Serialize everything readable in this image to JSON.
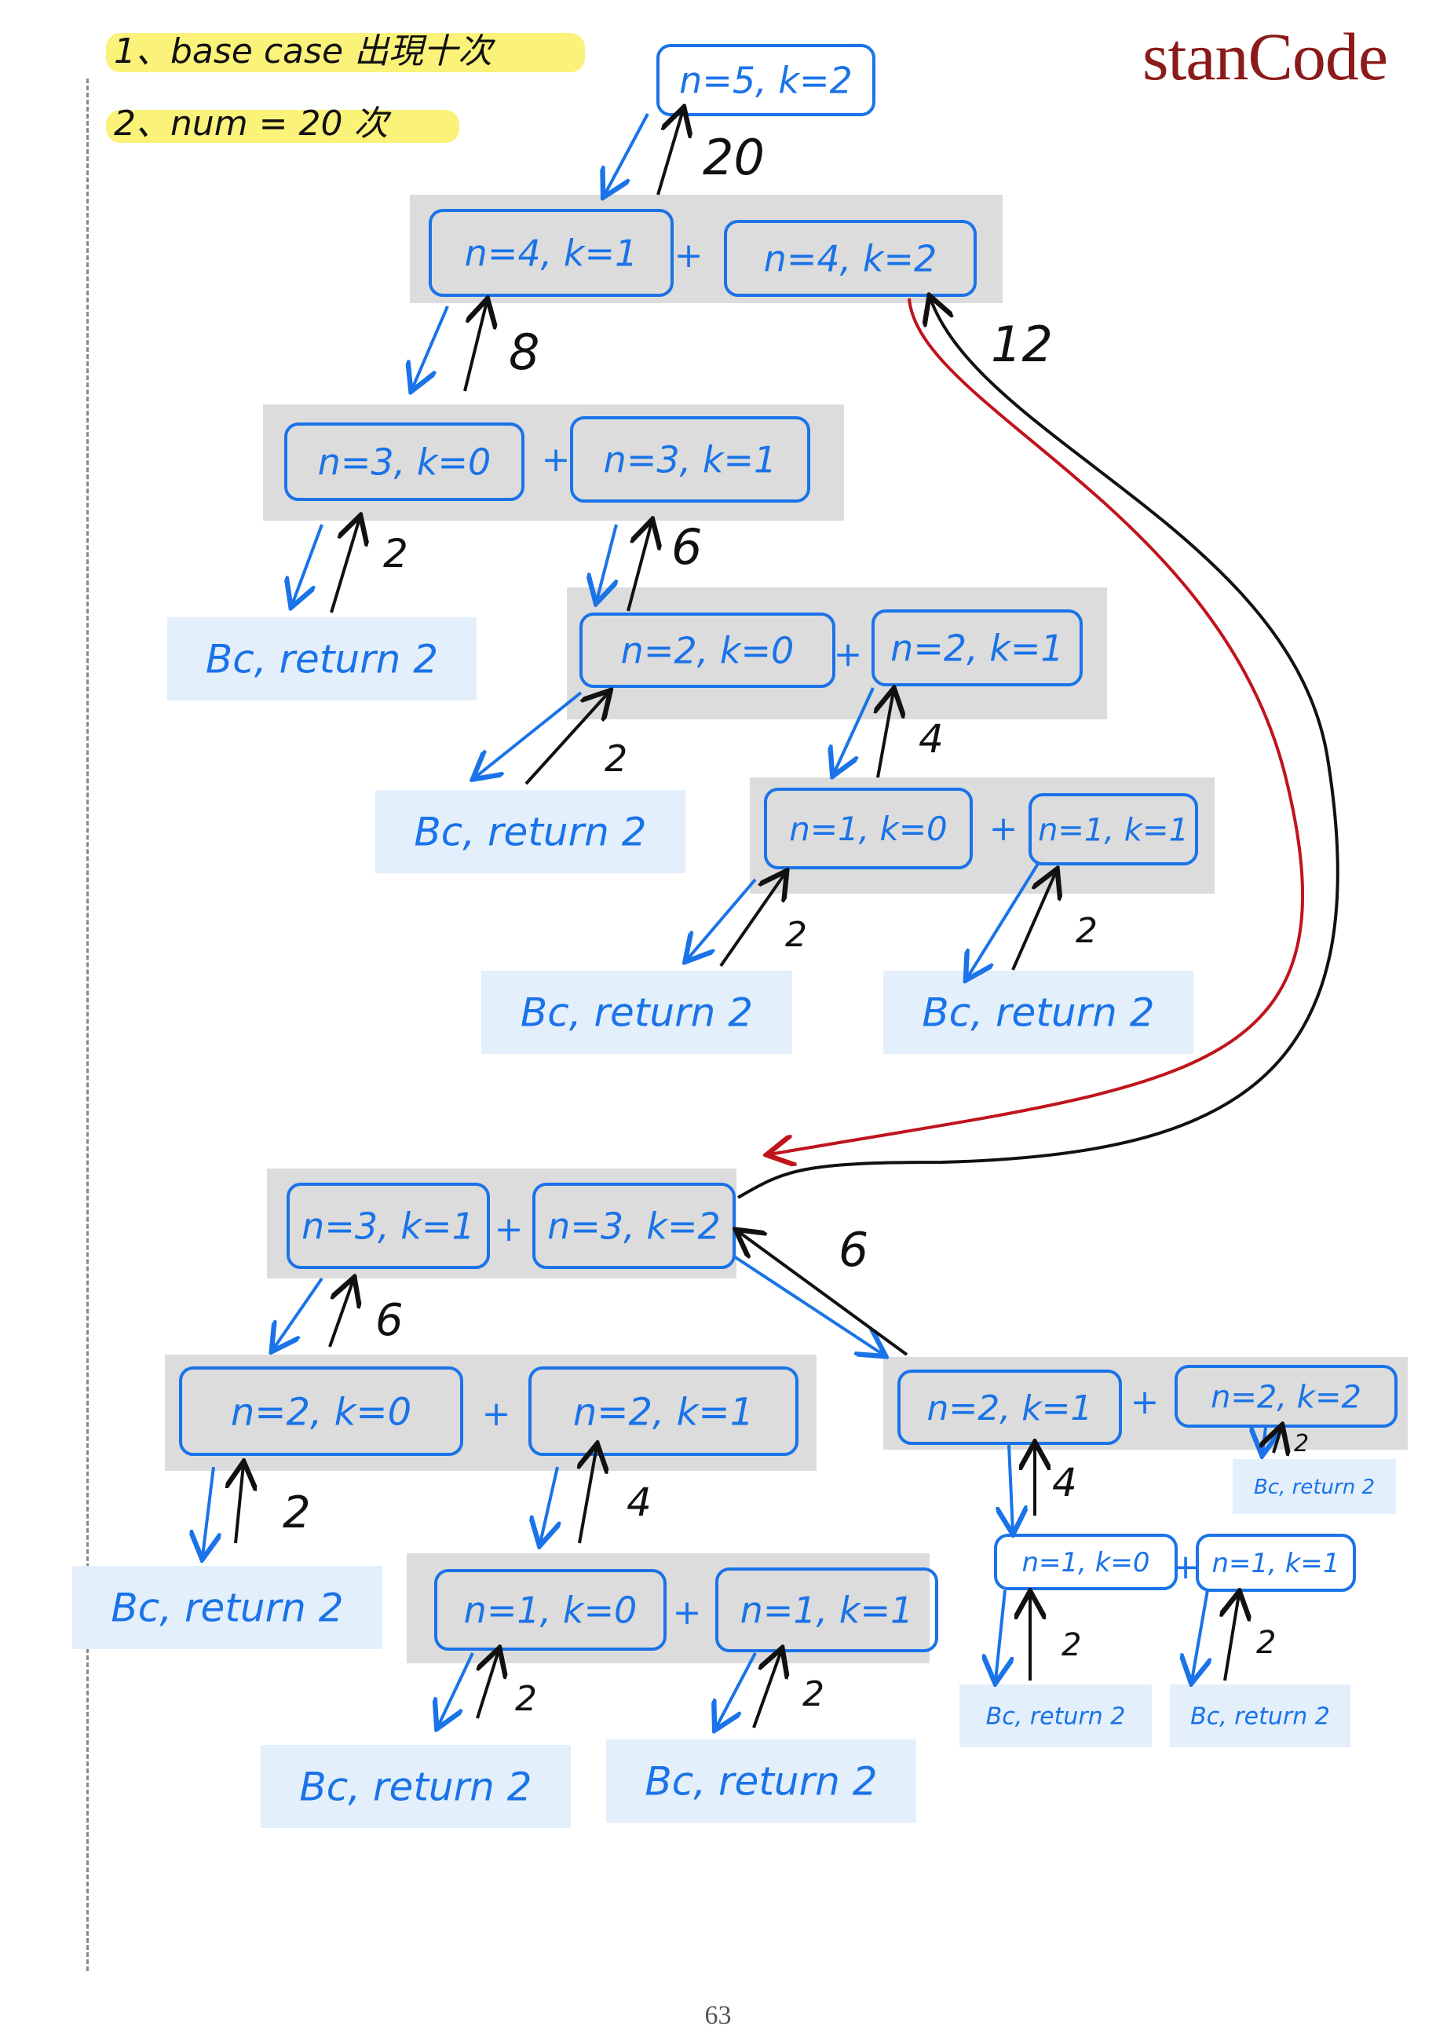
{
  "brand": "stanCode",
  "page_number": "63",
  "notes": [
    {
      "text": "1、base case 出現十次"
    },
    {
      "text": "2、num = 20 次"
    }
  ],
  "nodes": [
    {
      "text": "n=5, k=2"
    },
    {
      "text": "n=4, k=1"
    },
    {
      "text": "n=4, k=2"
    },
    {
      "text": "n=3, k=0"
    },
    {
      "text": "n=3, k=1"
    },
    {
      "text": "n=2, k=0"
    },
    {
      "text": "n=2, k=1"
    },
    {
      "text": "n=1, k=0"
    },
    {
      "text": "n=1, k=1"
    },
    {
      "text": "n=3, k=1"
    },
    {
      "text": "n=3, k=2"
    },
    {
      "text": "n=2, k=0"
    },
    {
      "text": "n=2, k=1"
    },
    {
      "text": "n=2, k=1"
    },
    {
      "text": "n=2, k=2"
    },
    {
      "text": "n=1, k=0"
    },
    {
      "text": "n=1, k=1"
    },
    {
      "text": "n=1, k=0"
    },
    {
      "text": "n=1, k=1"
    }
  ],
  "base_cases": [
    {
      "text": "Bc, return 2"
    },
    {
      "text": "Bc, return 2"
    },
    {
      "text": "Bc, return 2"
    },
    {
      "text": "Bc, return 2"
    },
    {
      "text": "Bc, return 2"
    },
    {
      "text": "Bc, return 2"
    },
    {
      "text": "Bc, return 2"
    },
    {
      "text": "Bc, return 2"
    },
    {
      "text": "Bc, return 2"
    },
    {
      "text": "Bc, return 2"
    }
  ],
  "plus_sign": "+",
  "returns": [
    {
      "text": "20"
    },
    {
      "text": "8"
    },
    {
      "text": "12"
    },
    {
      "text": "2"
    },
    {
      "text": "6"
    },
    {
      "text": "2"
    },
    {
      "text": "4"
    },
    {
      "text": "2"
    },
    {
      "text": "2"
    },
    {
      "text": "6"
    },
    {
      "text": "6"
    },
    {
      "text": "2"
    },
    {
      "text": "4"
    },
    {
      "text": "4"
    },
    {
      "text": "2"
    },
    {
      "text": "2"
    },
    {
      "text": "2"
    },
    {
      "text": "2"
    },
    {
      "text": "2"
    }
  ],
  "colors": {
    "call": "#1a73e8",
    "return": "#111111",
    "highlight": "#fbf27a",
    "group_bg": "#dcdcdc",
    "base_bg": "#e3effb",
    "brand": "#8b1a1a",
    "jump": "#c0141c"
  }
}
